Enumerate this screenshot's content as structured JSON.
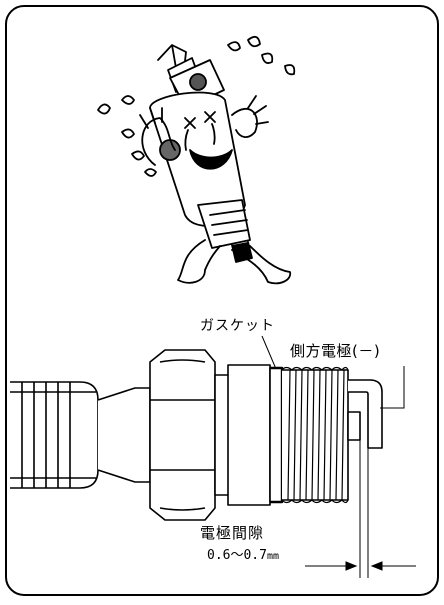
{
  "figure": {
    "labels": {
      "gasket": "ガスケット",
      "side_electrode": "側方電極(－)",
      "electrode_gap_title": "電極間隙",
      "electrode_gap_value": "0.6～0.7",
      "electrode_gap_unit": "mm"
    }
  },
  "colors": {
    "ink": "#000000",
    "paper": "#ffffff"
  }
}
